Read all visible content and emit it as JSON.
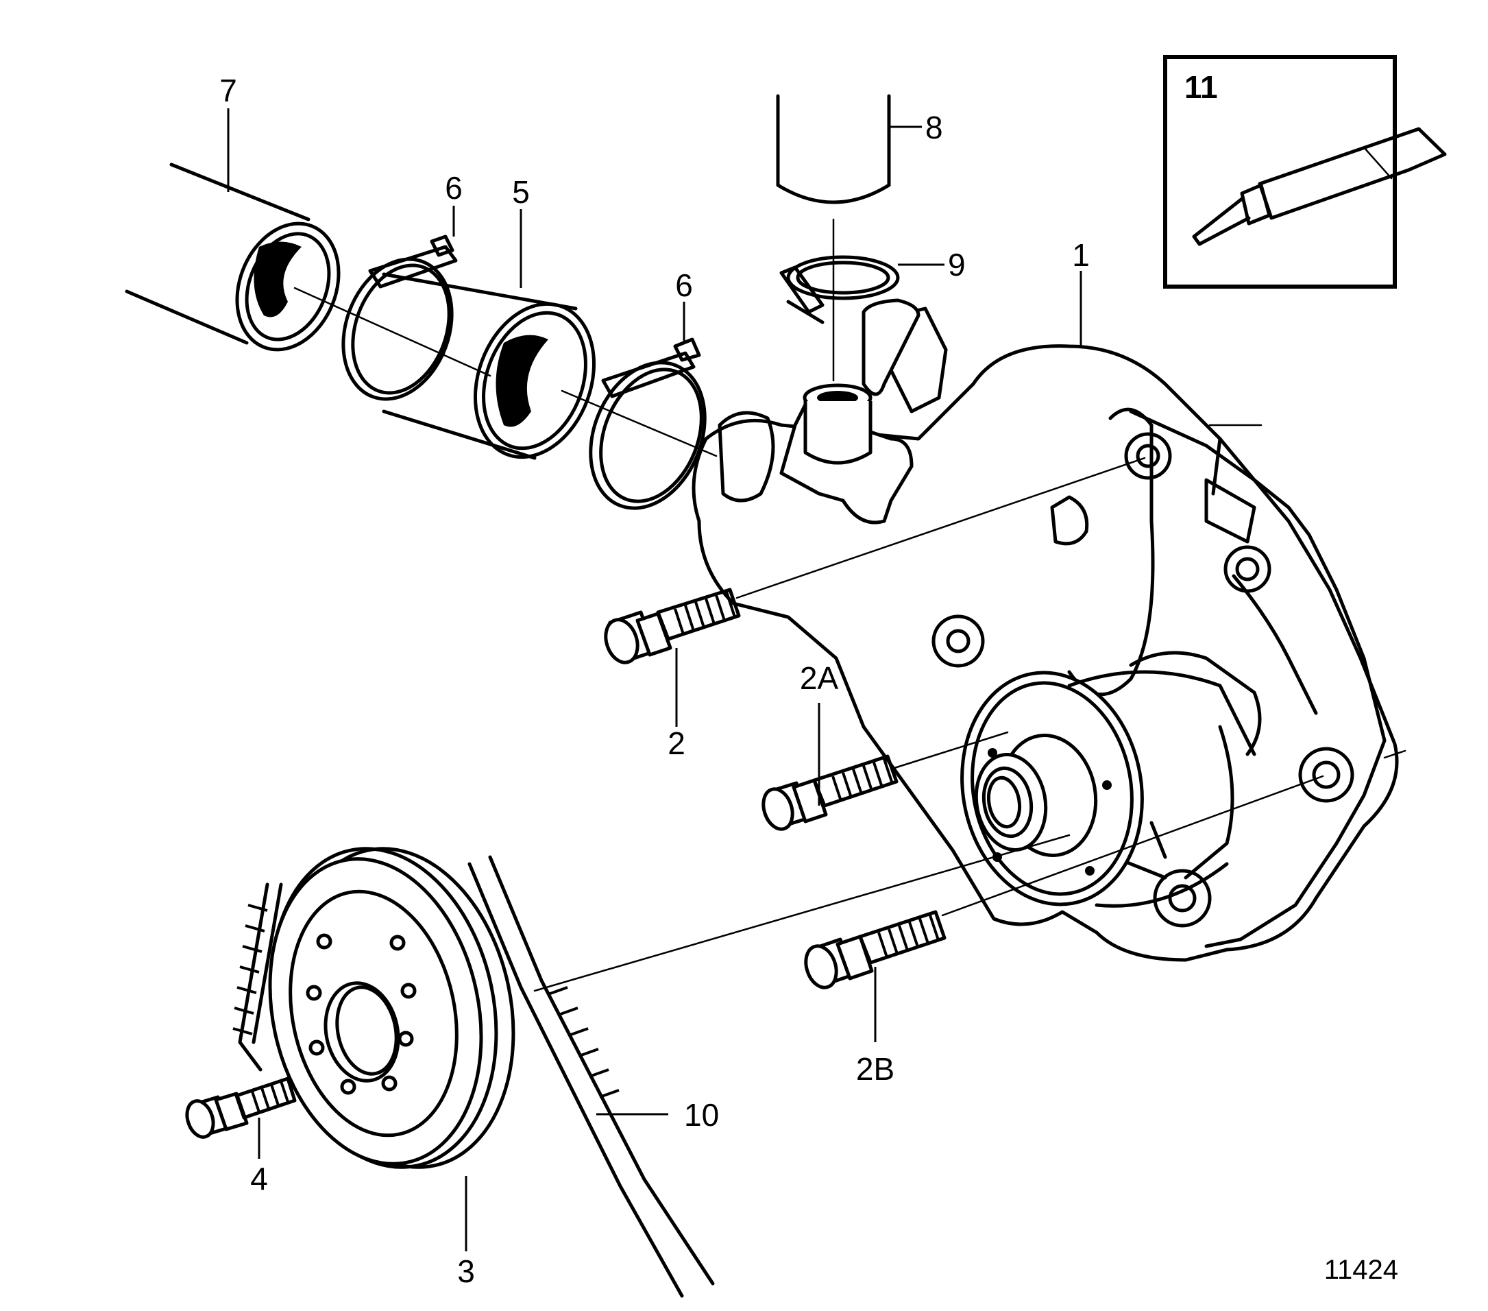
{
  "callouts": {
    "c1": "1",
    "c2": "2",
    "c2a": "2A",
    "c2b": "2B",
    "c3": "3",
    "c4": "4",
    "c5": "5",
    "c6a": "6",
    "c6b": "6",
    "c7": "7",
    "c8": "8",
    "c9": "9",
    "c10": "10",
    "c11": "11"
  },
  "figure_number": "11424"
}
